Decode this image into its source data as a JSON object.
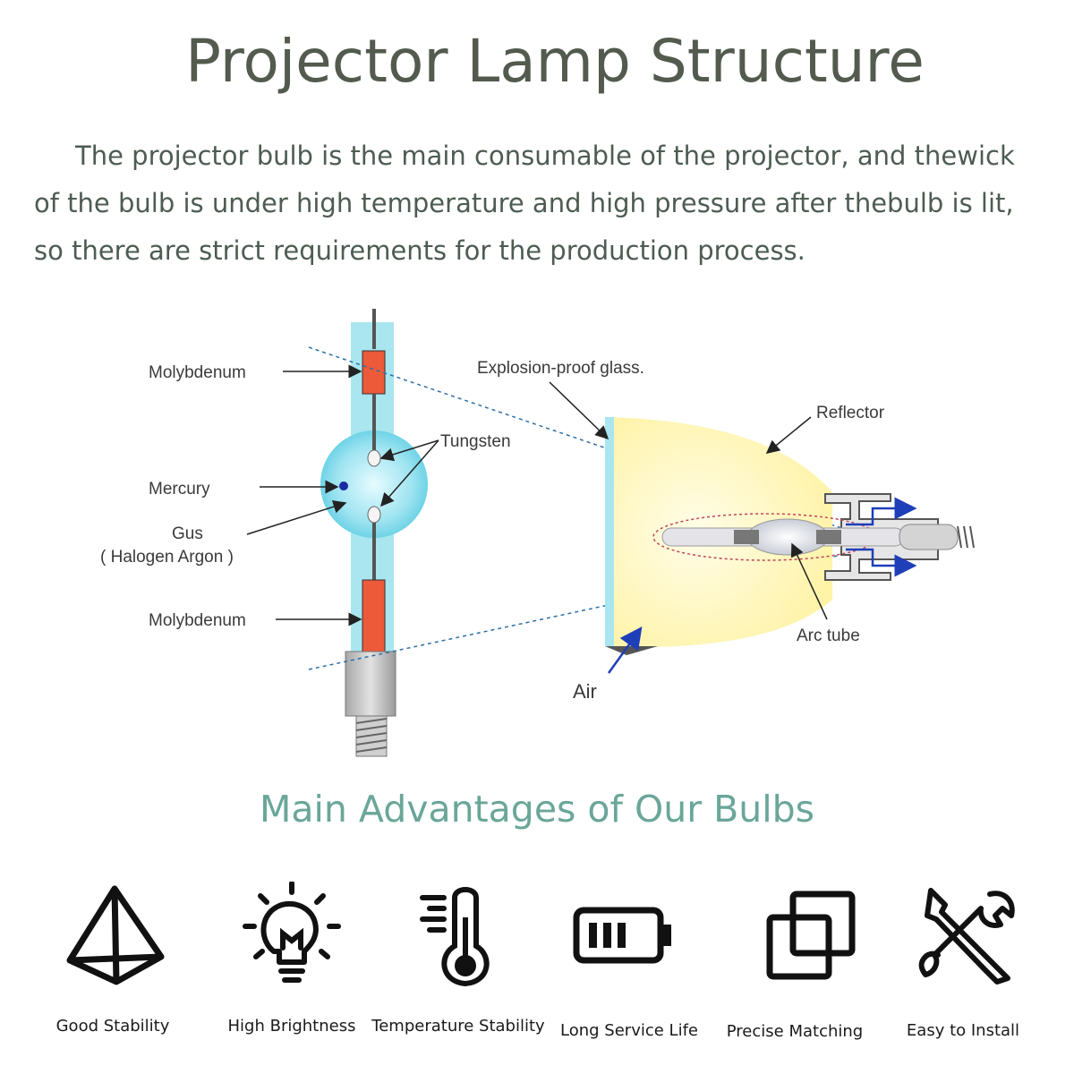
{
  "title": "Projector Lamp Structure",
  "intro": "The projector bulb is the main consumable of the projector, and thewick of the bulb is under high temperature and high pressure after thebulb is lit, so there are strict requirements for the production process.",
  "labels": {
    "molybdenum_top": "Molybdenum",
    "tungsten": "Tungsten",
    "mercury": "Mercury",
    "gus": "Gus",
    "gus_detail": "( Halogen  Argon )",
    "molybdenum_bottom": "Molybdenum",
    "explosion_proof_glass": "Explosion-proof glass.",
    "reflector": "Reflector",
    "arc_tube": "Arc  tube",
    "air": "Air"
  },
  "advantages_title": "Main Advantages of Our Bulbs",
  "advantages": [
    {
      "label": "Good Stability",
      "icon": "pyramid-icon"
    },
    {
      "label": "High Brightness",
      "icon": "lightbulb-icon"
    },
    {
      "label": "Temperature Stability",
      "icon": "thermometer-icon"
    },
    {
      "label": "Long Service Life",
      "icon": "battery-icon"
    },
    {
      "label": "Precise Matching",
      "icon": "overlapping-squares-icon"
    },
    {
      "label": "Easy to Install",
      "icon": "tools-icon"
    }
  ],
  "colors": {
    "title": "#535a4e",
    "intro_text": "#4d5c52",
    "advantages_title": "#6aa699",
    "glass": "#a9e6ef",
    "molybdenum": "#ec5a3a",
    "reflector": "#fff7b0",
    "arrow_blue": "#1f3fb8"
  }
}
